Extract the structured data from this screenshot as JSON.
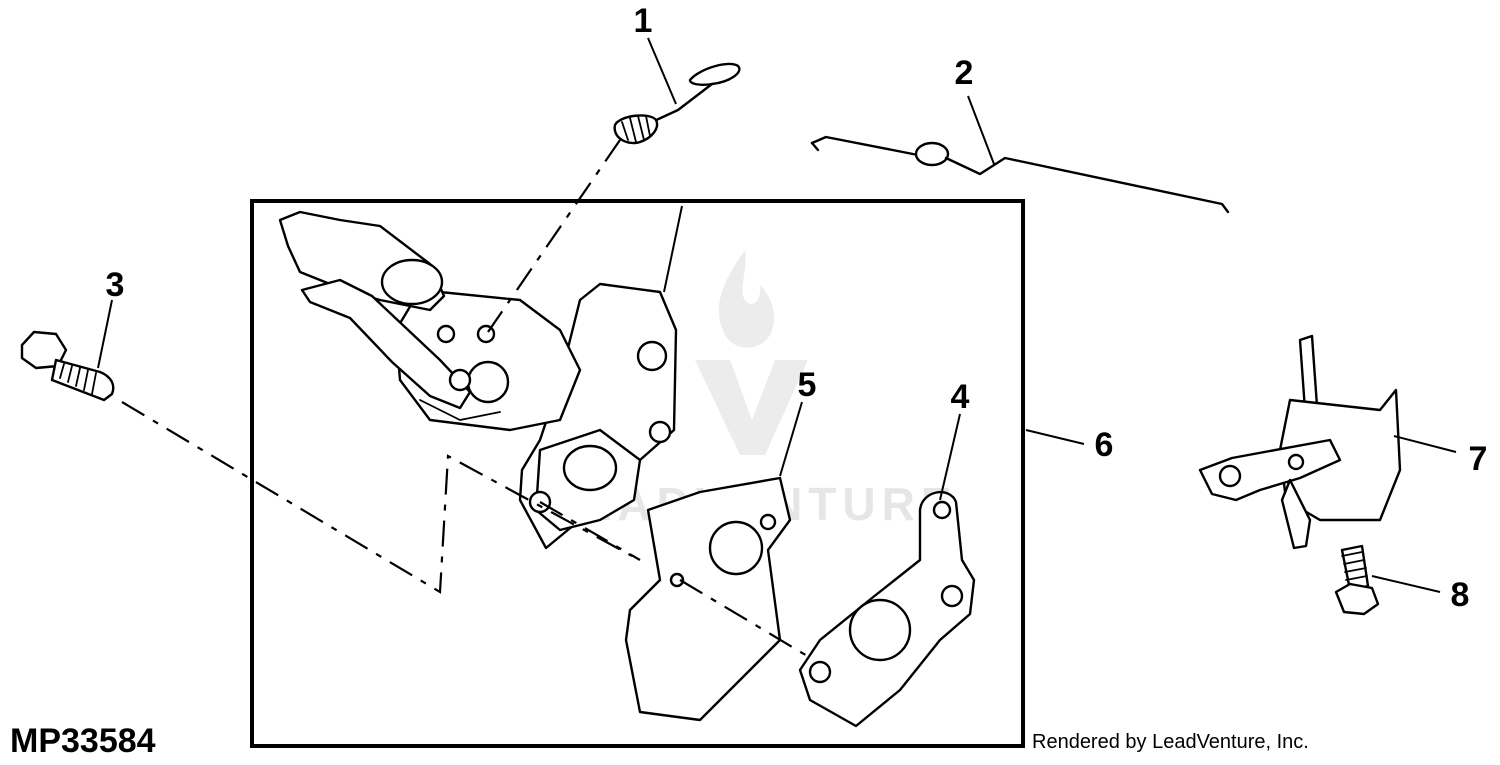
{
  "figure": {
    "id": "MP33584",
    "credit": "Rendered by LeadVenture, Inc."
  },
  "watermark": {
    "text": "LEADVENTURE"
  },
  "callouts": [
    {
      "key": "c1",
      "label": "1"
    },
    {
      "key": "c2",
      "label": "2"
    },
    {
      "key": "c3",
      "label": "3"
    },
    {
      "key": "c4",
      "label": "4"
    },
    {
      "key": "c5",
      "label": "5"
    },
    {
      "key": "c6",
      "label": "6"
    },
    {
      "key": "c7",
      "label": "7"
    },
    {
      "key": "c8",
      "label": "8"
    }
  ]
}
